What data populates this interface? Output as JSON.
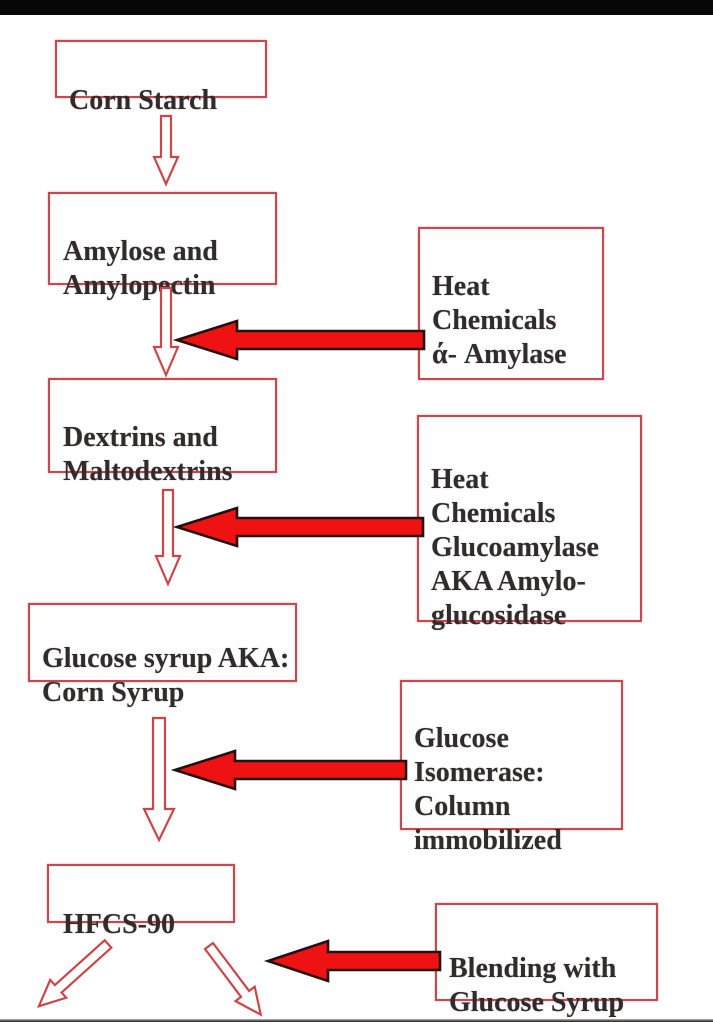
{
  "diagram": {
    "type": "flowchart",
    "topic": "Corn starch to HFCS conversion process",
    "boxes": {
      "corn_starch": {
        "label": "Corn Starch"
      },
      "amylose": {
        "label": "Amylose and\nAmylopectin"
      },
      "dextrins": {
        "label": "Dextrins and\nMaltodextrins"
      },
      "glucose_syrup": {
        "label": "Glucose syrup AKA:\nCorn Syrup"
      },
      "hfcs90": {
        "label": "HFCS-90"
      },
      "heat_amylase": {
        "label": "Heat\nChemicals\nά- Amylase"
      },
      "heat_glucoamylase": {
        "label": "Heat\nChemicals\nGlucoamylase\nAKA Amylo-\nglucosidase"
      },
      "glucose_isomerase": {
        "label": "Glucose\nIsomerase:\nColumn\nimmobilized"
      },
      "blending": {
        "label": "Blending with\nGlucose Syrup"
      }
    },
    "arrows": [
      {
        "name": "down-arrow-1",
        "style": "white-outline",
        "from": "corn_starch",
        "to": "amylose"
      },
      {
        "name": "down-arrow-2",
        "style": "white-outline",
        "from": "amylose",
        "to": "dextrins"
      },
      {
        "name": "down-arrow-3",
        "style": "white-outline",
        "from": "dextrins",
        "to": "glucose_syrup"
      },
      {
        "name": "down-arrow-4",
        "style": "white-outline",
        "from": "glucose_syrup",
        "to": "hfcs90"
      },
      {
        "name": "diagonal-arrow-left",
        "style": "white-outline",
        "from": "hfcs90",
        "to": "off-screen-bottom-left"
      },
      {
        "name": "diagonal-arrow-right",
        "style": "white-outline",
        "from": "hfcs90",
        "to": "off-screen-bottom-right"
      },
      {
        "name": "red-arrow-1",
        "style": "solid-red",
        "from": "heat_amylase",
        "to": "step amylose→dextrins"
      },
      {
        "name": "red-arrow-2",
        "style": "solid-red",
        "from": "heat_glucoamylase",
        "to": "step dextrins→glucose_syrup"
      },
      {
        "name": "red-arrow-3",
        "style": "solid-red",
        "from": "glucose_isomerase",
        "to": "step glucose_syrup→hfcs90"
      },
      {
        "name": "red-arrow-4",
        "style": "solid-red",
        "from": "blending",
        "to": "step hfcs90→outputs"
      }
    ],
    "colors": {
      "box_border": "#c7494d",
      "outline_arrow_stroke": "#cc4649",
      "red_arrow_fill": "#ee1212",
      "red_arrow_stroke": "#241010",
      "text": "#322b2b",
      "letterbox": "#070707",
      "background": "#ffffff"
    }
  }
}
